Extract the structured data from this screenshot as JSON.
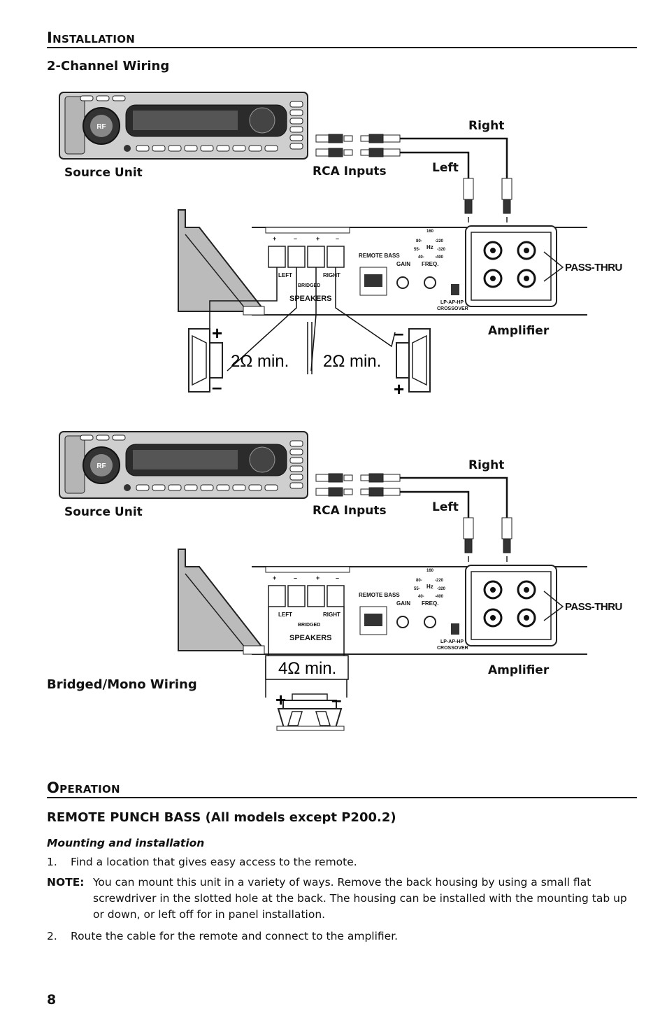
{
  "installation": {
    "heading": "Installation",
    "subheading": "2-Channel Wiring"
  },
  "diagram1": {
    "source_unit": "Source Unit",
    "rca_inputs": "RCA Inputs",
    "right": "Right",
    "left": "Left",
    "pass_thru": "PASS-THRU",
    "amplifier": "Amplifier",
    "speaker_left_impedance": "2Ω min.",
    "speaker_right_impedance": "2Ω min.",
    "terminal_labels": [
      "+",
      "–",
      "+",
      "–"
    ],
    "left_label": "LEFT",
    "right_label": "RIGHT",
    "bridged": "BRIDGED",
    "speakers": "SPEAKERS",
    "remote_bass": "REMOTE BASS",
    "gain": "GAIN",
    "freq": "FREQ.",
    "hz": "Hz",
    "freq_marks": [
      "160",
      "80-",
      "-220",
      "55-",
      "-320",
      "40-",
      "-400"
    ],
    "lp_ap_hp": "LP-AP-HP",
    "crossover": "CROSSOVER"
  },
  "diagram2": {
    "source_unit": "Source Unit",
    "rca_inputs": "RCA Inputs",
    "right": "Right",
    "left": "Left",
    "pass_thru": "PASS-THRU",
    "amplifier": "Amplifier",
    "bridged_mono_wiring": "Bridged/Mono Wiring",
    "speaker_impedance": "4Ω min.",
    "plus": "+",
    "minus": "–"
  },
  "operation": {
    "heading": "Operation",
    "subheading": "REMOTE PUNCH BASS (All models except P200.2)",
    "mounting_heading": "Mounting and installation",
    "step1_num": "1.",
    "step1": "Find a location that gives easy access to the remote.",
    "note_label": "NOTE:",
    "note_line1": "You can mount this unit in a variety of ways. Remove the back housing by using a small flat",
    "note_line2": "screwdriver in the slotted hole at the back. The housing can be installed with the mounting tab up",
    "note_line3": "or down, or left off for in panel installation.",
    "step2_num": "2.",
    "step2": "Route the cable for the remote and connect to the amplifier."
  },
  "page_number": "8"
}
